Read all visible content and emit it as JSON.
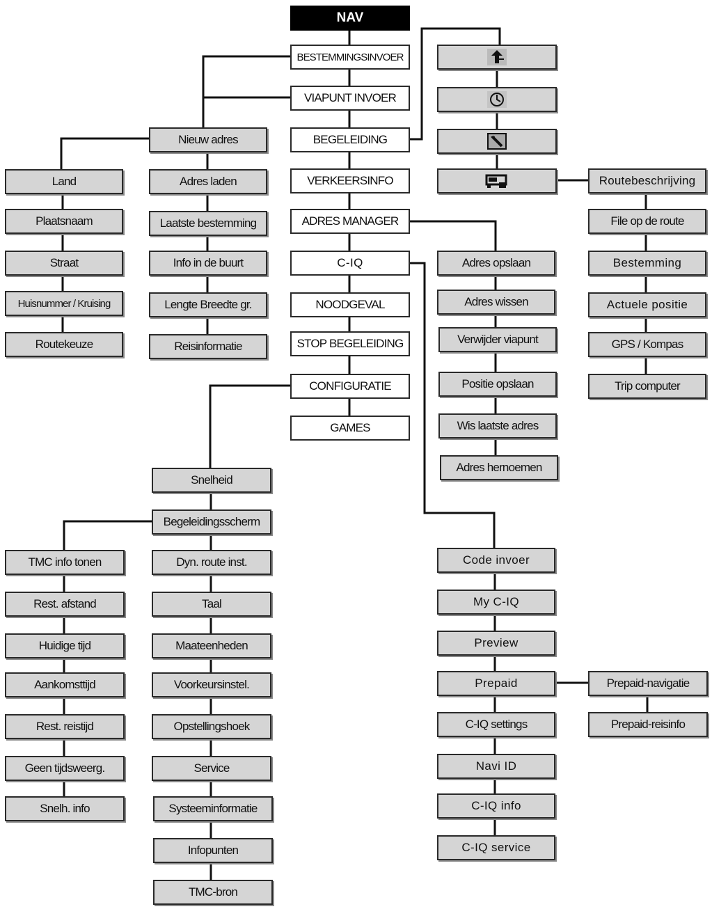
{
  "nav": {
    "label": "NAV"
  },
  "main_menu": [
    {
      "id": "m_bestemming",
      "label": "BESTEMMINGSINVOER"
    },
    {
      "id": "m_viapunt",
      "label": "VIAPUNT INVOER"
    },
    {
      "id": "m_begeleiding",
      "label": "BEGELEIDING"
    },
    {
      "id": "m_verkeer",
      "label": "VERKEERSINFO"
    },
    {
      "id": "m_adres",
      "label": "ADRES MANAGER"
    },
    {
      "id": "m_ciq",
      "label": "C-IQ"
    },
    {
      "id": "m_noodgeval",
      "label": "NOODGEVAL"
    },
    {
      "id": "m_stop",
      "label": "STOP BEGELEIDING"
    },
    {
      "id": "m_config",
      "label": "CONFIGURATIE"
    },
    {
      "id": "m_games",
      "label": "GAMES"
    }
  ],
  "destination_menu": [
    {
      "id": "d_nieuw",
      "label": "Nieuw adres"
    },
    {
      "id": "d_laden",
      "label": "Adres laden"
    },
    {
      "id": "d_laatste",
      "label": "Laatste bestemming"
    },
    {
      "id": "d_buurt",
      "label": "Info in de buurt"
    },
    {
      "id": "d_lengte",
      "label": "Lengte Breedte gr."
    },
    {
      "id": "d_reis",
      "label": "Reisinformatie"
    }
  ],
  "new_address_menu": [
    {
      "id": "n_land",
      "label": "Land"
    },
    {
      "id": "n_plaats",
      "label": "Plaatsnaam"
    },
    {
      "id": "n_straat",
      "label": "Straat"
    },
    {
      "id": "n_huis",
      "label": "Huisnummer / Kruising"
    },
    {
      "id": "n_route",
      "label": "Routekeuze"
    }
  ],
  "guidance_icons": [
    {
      "id": "i_1",
      "icon": "route-arrow-icon"
    },
    {
      "id": "i_2",
      "icon": "clock-icon"
    },
    {
      "id": "i_3",
      "icon": "map-compass-icon"
    },
    {
      "id": "i_4",
      "icon": "car-icon"
    }
  ],
  "route_info_menu": [
    {
      "id": "r_beschr",
      "label": "Routebeschrijving"
    },
    {
      "id": "r_file",
      "label": "File op de route"
    },
    {
      "id": "r_best",
      "label": "Bestemming"
    },
    {
      "id": "r_actueel",
      "label": "Actuele positie"
    },
    {
      "id": "r_gps",
      "label": "GPS / Kompas"
    },
    {
      "id": "r_trip",
      "label": "Trip computer"
    }
  ],
  "address_manager_menu": [
    {
      "id": "a_opslaan",
      "label": "Adres opslaan"
    },
    {
      "id": "a_wissen",
      "label": "Adres wissen"
    },
    {
      "id": "a_viapunt",
      "label": "Verwijder viapunt"
    },
    {
      "id": "a_positie",
      "label": "Positie opslaan"
    },
    {
      "id": "a_wislaatste",
      "label": "Wis laatste adres"
    },
    {
      "id": "a_hernoemen",
      "label": "Adres hernoemen"
    }
  ],
  "ciq_menu": [
    {
      "id": "c_code",
      "label": "Code invoer"
    },
    {
      "id": "c_my",
      "label": "My C-IQ"
    },
    {
      "id": "c_preview",
      "label": "Preview"
    },
    {
      "id": "c_prepaid",
      "label": "Prepaid"
    },
    {
      "id": "c_settings",
      "label": "C-IQ settings"
    },
    {
      "id": "c_naviid",
      "label": "Navi ID"
    },
    {
      "id": "c_info",
      "label": "C-IQ info"
    },
    {
      "id": "c_service",
      "label": "C-IQ service"
    }
  ],
  "prepaid_menu": [
    {
      "id": "p_nav",
      "label": "Prepaid-navigatie"
    },
    {
      "id": "p_reis",
      "label": "Prepaid-reisinfo"
    }
  ],
  "config_menu": [
    {
      "id": "k_snelheid",
      "label": "Snelheid"
    },
    {
      "id": "k_scherm",
      "label": "Begeleidingsscherm"
    },
    {
      "id": "k_dyn",
      "label": "Dyn. route inst."
    },
    {
      "id": "k_taal",
      "label": "Taal"
    },
    {
      "id": "k_maat",
      "label": "Maateenheden"
    },
    {
      "id": "k_voorkeur",
      "label": "Voorkeursinstel."
    },
    {
      "id": "k_hoek",
      "label": "Opstellingshoek"
    },
    {
      "id": "k_service",
      "label": "Service"
    },
    {
      "id": "k_systeem",
      "label": "Systeeminformatie"
    },
    {
      "id": "k_infopunten",
      "label": "Infopunten"
    },
    {
      "id": "k_tmc",
      "label": "TMC-bron"
    }
  ],
  "guidance_screen_menu": [
    {
      "id": "s_tmc",
      "label": "TMC info tonen"
    },
    {
      "id": "s_afstand",
      "label": "Rest. afstand"
    },
    {
      "id": "s_tijd",
      "label": "Huidige tijd"
    },
    {
      "id": "s_aankomst",
      "label": "Aankomsttijd"
    },
    {
      "id": "s_reistijd",
      "label": "Rest. reistijd"
    },
    {
      "id": "s_geen",
      "label": "Geen tijdsweerg."
    },
    {
      "id": "s_snelh",
      "label": "Snelh. info"
    }
  ]
}
